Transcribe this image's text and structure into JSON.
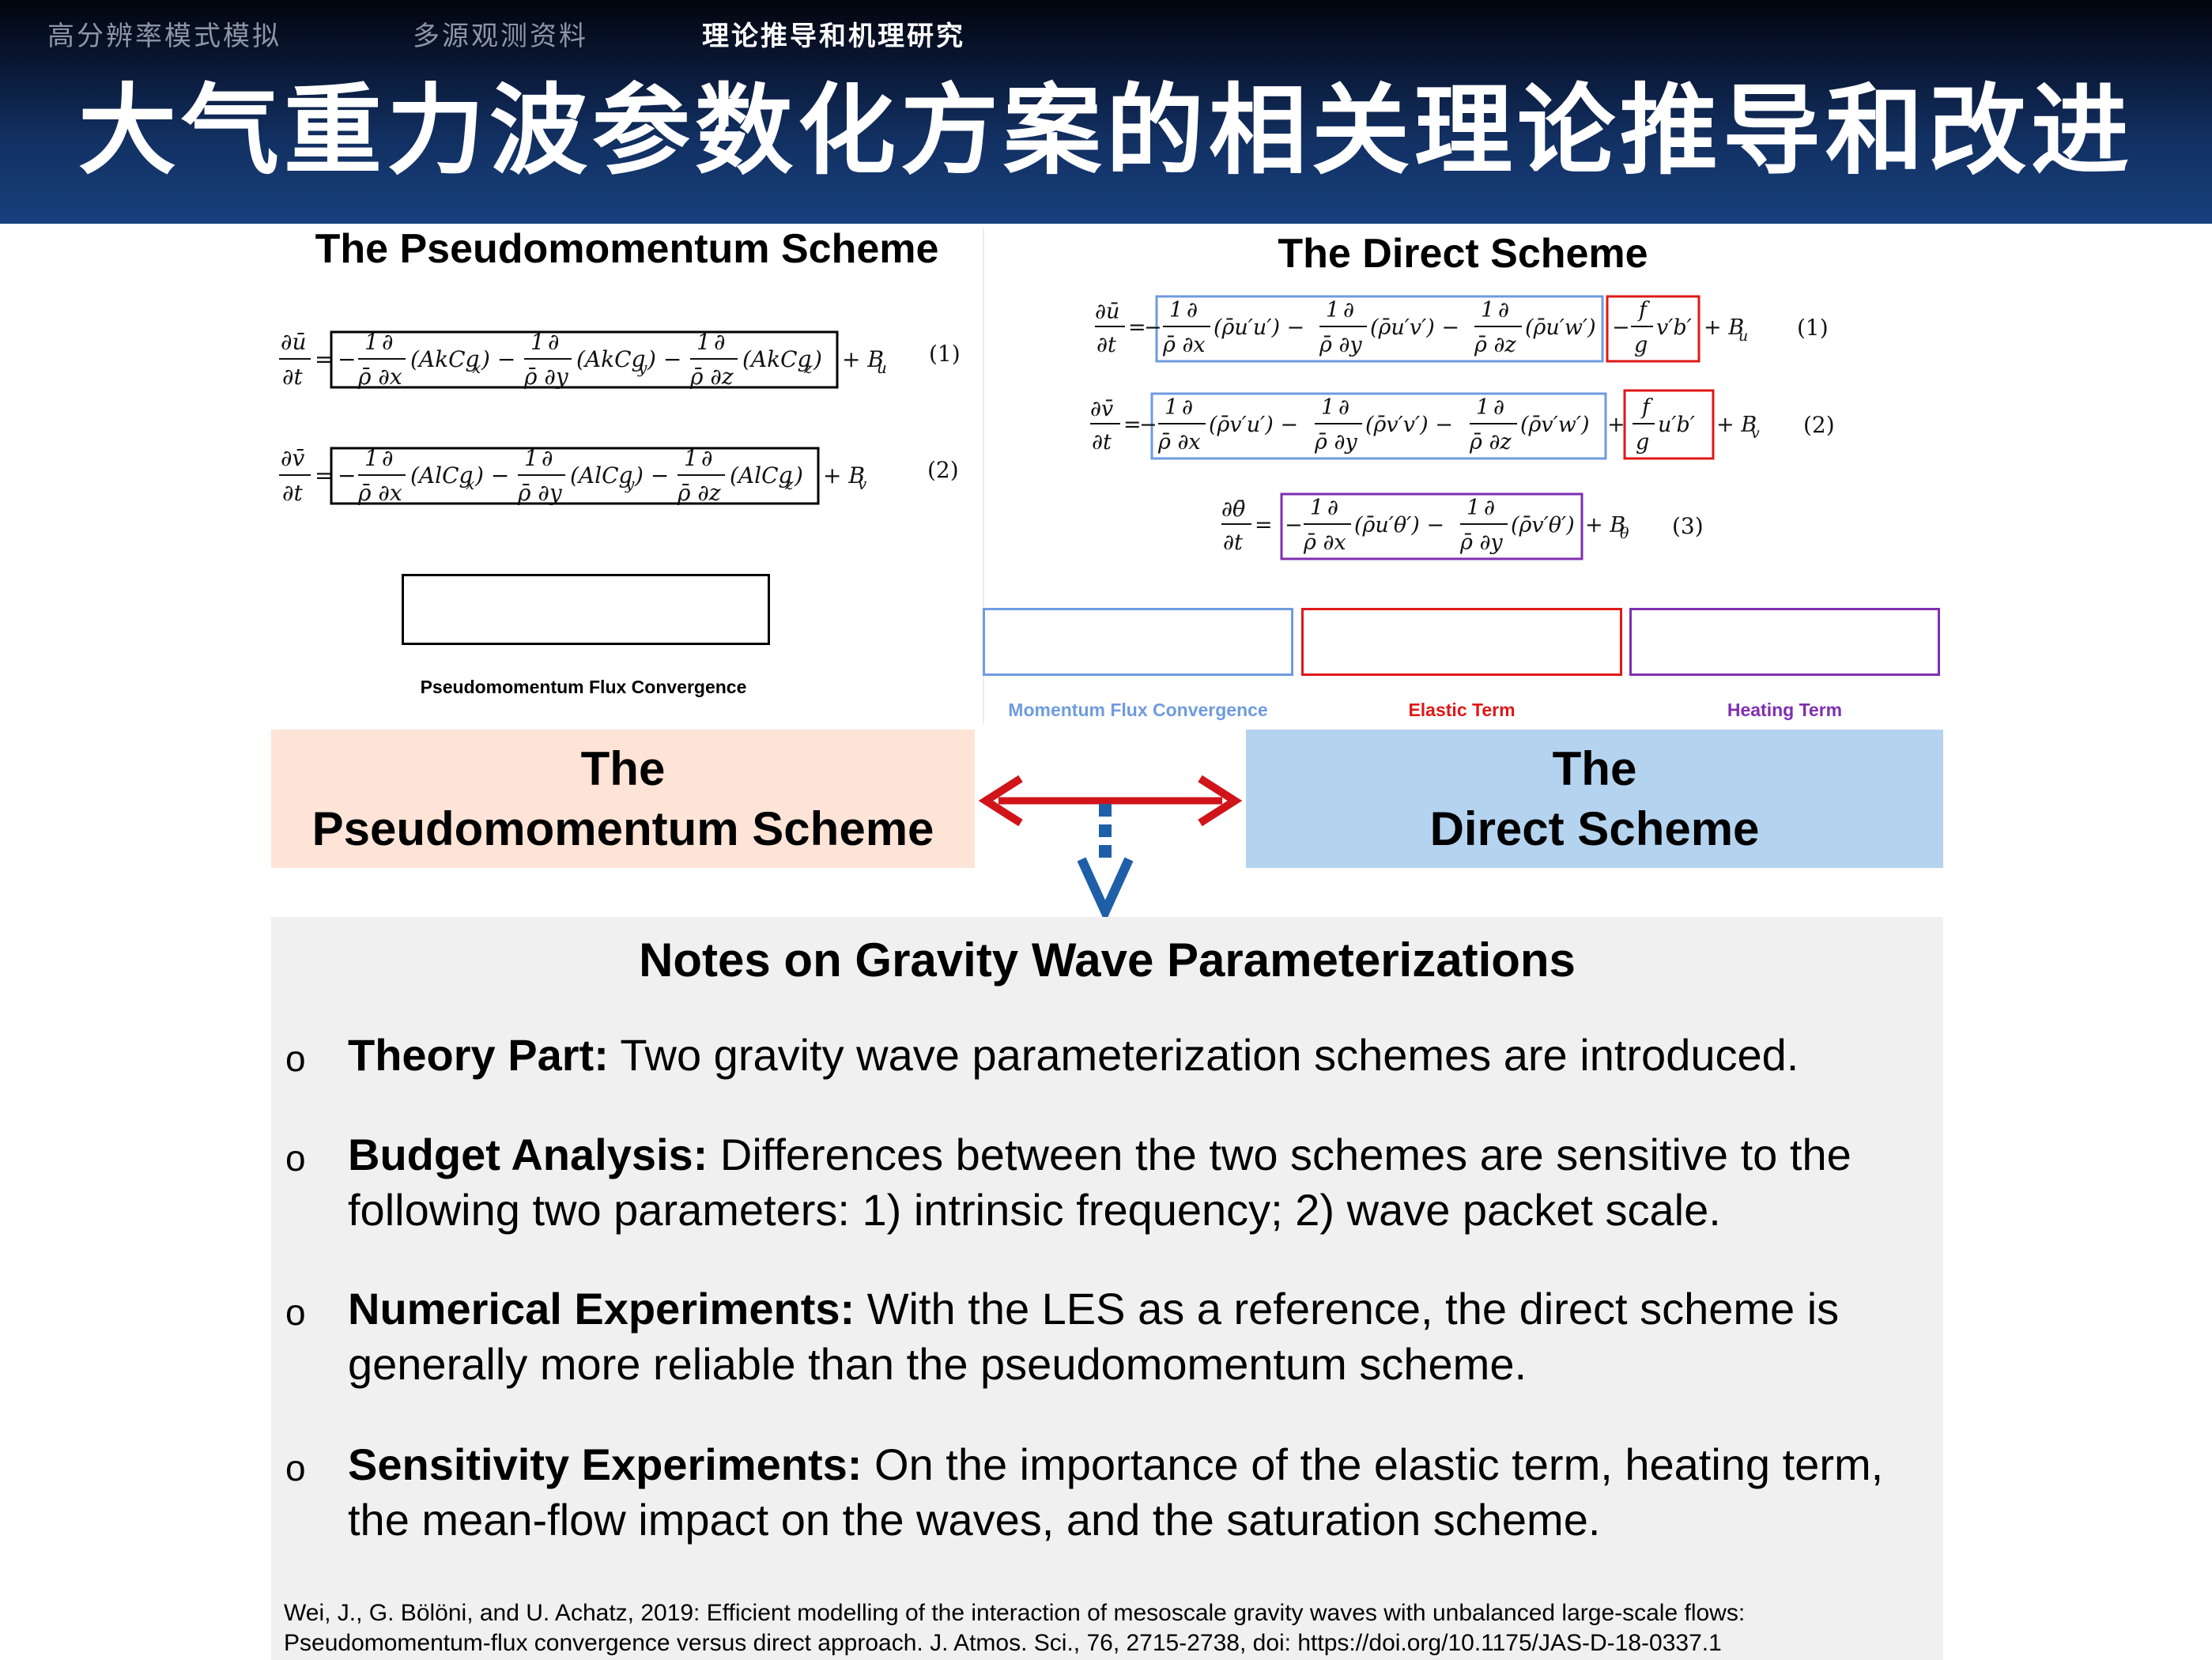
{
  "header": {
    "tabs": [
      {
        "label": "高分辨率模式模拟",
        "active": false
      },
      {
        "label": "多源观测资料",
        "active": false
      },
      {
        "label": "理论推导和机理研究",
        "active": true
      }
    ],
    "title": "大气重力波参数化方案的相关理论推导和改进"
  },
  "pseudomomentum_panel": {
    "title": "The Pseudomomentum Scheme",
    "eq1_num": "(1)",
    "eq2_num": "(2)",
    "legend_label": "Pseudomomentum Flux Convergence"
  },
  "direct_panel": {
    "title": "The Direct Scheme",
    "eq1_num": "(1)",
    "eq2_num": "(2)",
    "eq3_num": "(3)",
    "legend": [
      {
        "label": "Momentum Flux Convergence",
        "color": "#6f9be0"
      },
      {
        "label": "Elastic Term",
        "color": "#e01818"
      },
      {
        "label": "Heating Term",
        "color": "#7f2fb0"
      }
    ]
  },
  "schemes": {
    "left": {
      "line1": "The",
      "line2": "Pseudomomentum Scheme",
      "bg": "#fde4d6"
    },
    "right": {
      "line1": "The",
      "line2": "Direct Scheme",
      "bg": "#b4d3ef"
    }
  },
  "notes": {
    "title": "Notes on Gravity Wave Parameterizations",
    "items": [
      {
        "bold": "Theory Part:",
        "text": " Two gravity wave parameterization schemes are introduced."
      },
      {
        "bold": "Budget Analysis:",
        "text": " Differences between the two schemes are sensitive to the following two parameters: 1) intrinsic frequency; 2) wave packet scale."
      },
      {
        "bold": "Numerical Experiments:",
        "text": " With the LES as a reference, the direct scheme is generally more reliable than the pseudomomentum scheme."
      },
      {
        "bold": "Sensitivity Experiments:",
        "text": " On the importance of the elastic term, heating term, the mean-flow impact on the waves, and the saturation scheme."
      }
    ],
    "bullet_symbol": "o",
    "citation_line1": "Wei, J., G. Bölöni, and U. Achatz, 2019: Efficient modelling of the interaction of mesoscale gravity waves with unbalanced large-scale flows:",
    "citation_line2": "Pseudomomentum-flux convergence versus direct approach. J. Atmos. Sci., 76, 2715-2738, doi: https://doi.org/10.1175/JAS-D-18-0337.1"
  }
}
